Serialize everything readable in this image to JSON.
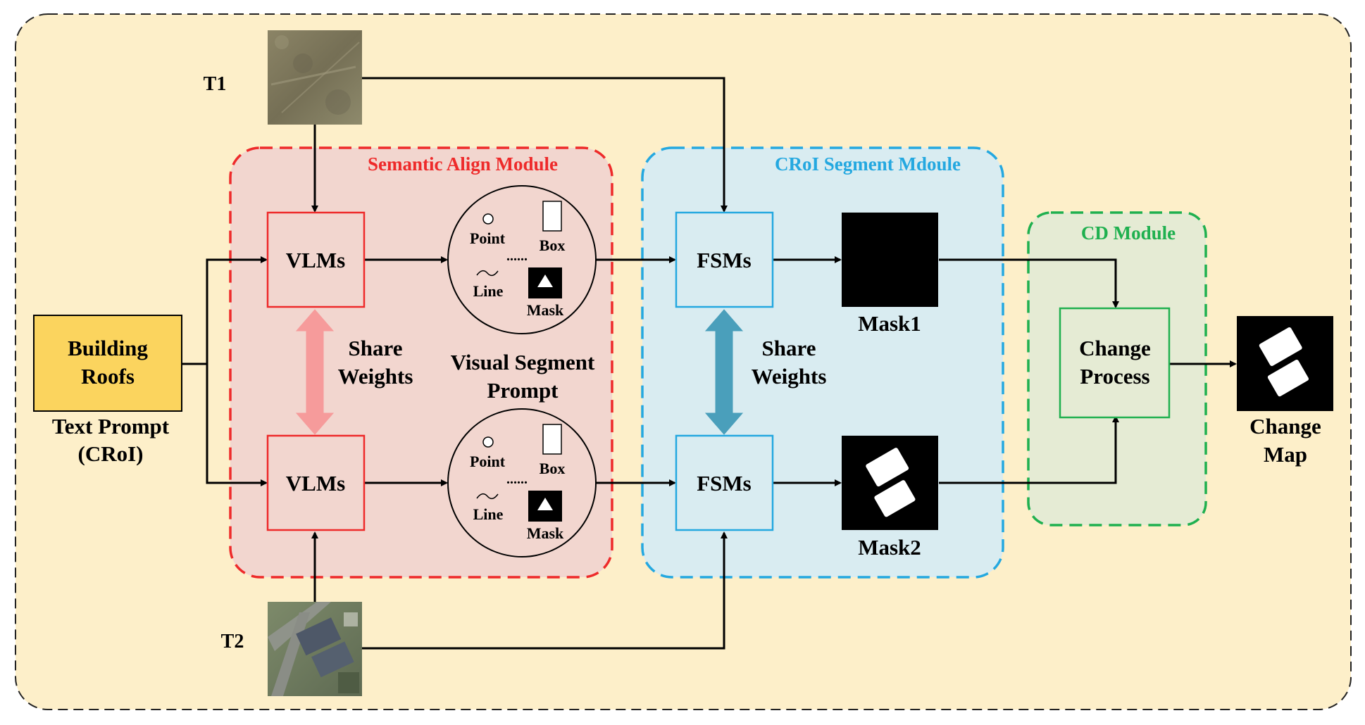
{
  "colors": {
    "background": "#fdefc9",
    "semantic_region": "#f2d6cf",
    "semantic_border": "#ee2a2a",
    "croi_region": "#d9ecf1",
    "croi_border": "#24a8e0",
    "cd_region": "#e5ebd4",
    "cd_border": "#1fb04f",
    "text_prompt_fill": "#fbd45e",
    "share_arrow_red": "#f69b9b",
    "share_arrow_blue": "#4a9fbb"
  },
  "inputs": {
    "t1_label": "T1",
    "t2_label": "T2"
  },
  "text_prompt": {
    "box_label_line1": "Building",
    "box_label_line2": "Roofs",
    "caption_line1": "Text Prompt",
    "caption_line2": "(CRoI)"
  },
  "semantic_module": {
    "title": "Semantic Align Module",
    "vlm_top_label": "VLMs",
    "vlm_bottom_label": "VLMs",
    "share_line1": "Share",
    "share_line2": "Weights",
    "visual_prompt_line1": "Visual Segment",
    "visual_prompt_line2": "Prompt"
  },
  "prompt_circle": {
    "point": "Point",
    "box": "Box",
    "line": "Line",
    "mask": "Mask",
    "dots": "......"
  },
  "croi_module": {
    "title": "CRoI Segment Mdoule",
    "fsm_top_label": "FSMs",
    "fsm_bottom_label": "FSMs",
    "share_line1": "Share",
    "share_line2": "Weights",
    "mask1_label": "Mask1",
    "mask2_label": "Mask2"
  },
  "cd_module": {
    "title": "CD Module",
    "process_line1": "Change",
    "process_line2": "Process"
  },
  "output": {
    "line1": "Change",
    "line2": "Map"
  }
}
